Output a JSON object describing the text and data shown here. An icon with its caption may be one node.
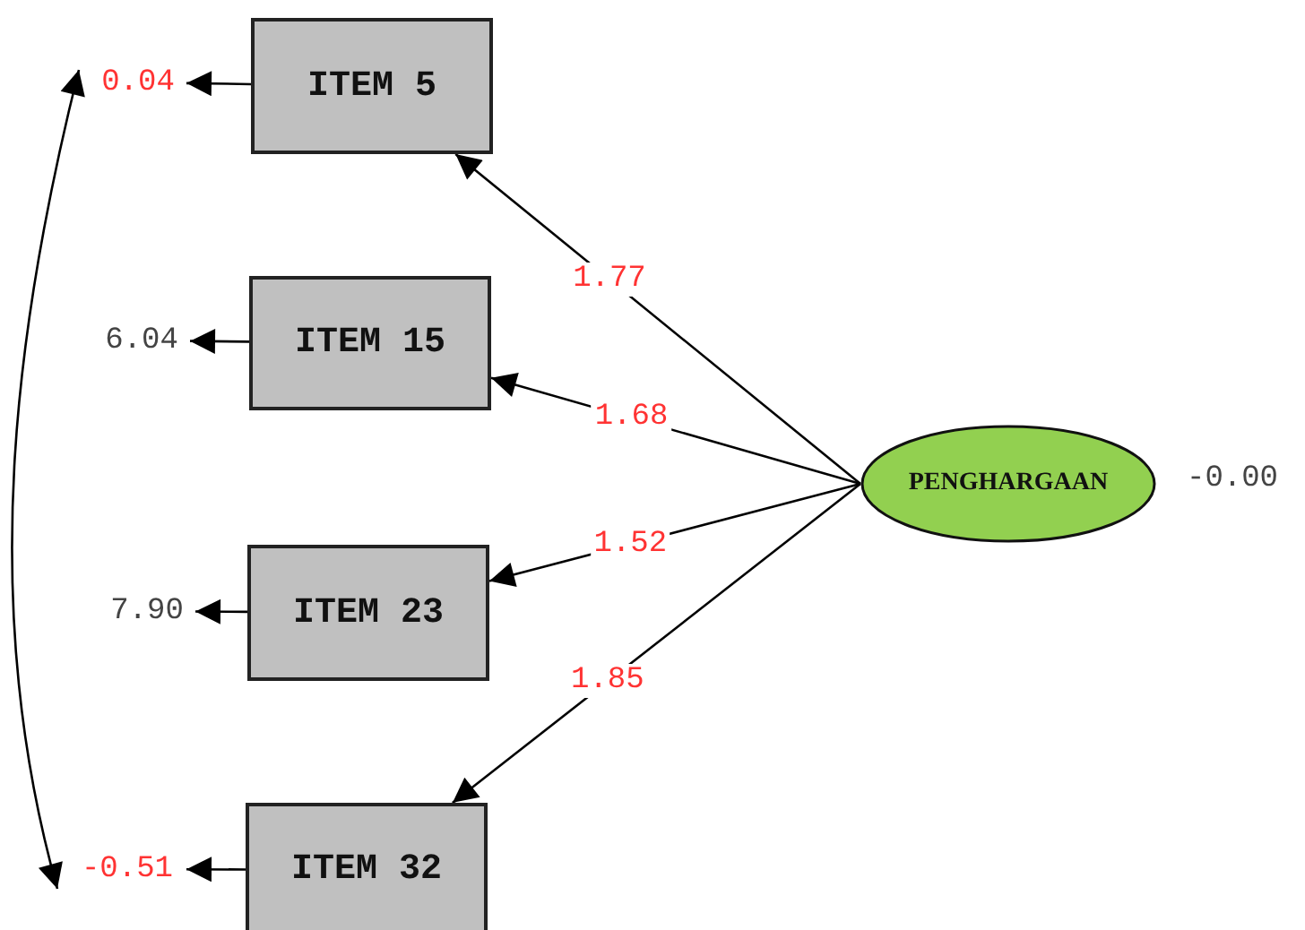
{
  "diagram": {
    "nodes": [
      {
        "text": [
          "0.04"
        ]
      },
      {
        "text": [
          "ITEM 5"
        ]
      },
      {
        "text": [
          "6.04"
        ]
      },
      {
        "text": [
          "ITEM 15"
        ]
      },
      {
        "text": [
          "7.90"
        ]
      },
      {
        "text": [
          "ITEM 23"
        ]
      },
      {
        "text": [
          "-0.51"
        ]
      },
      {
        "text": [
          "ITEM 32"
        ]
      },
      {
        "text": [
          "PENGHARGAAN"
        ],
        "beside": [
          "-0.00"
        ]
      }
    ],
    "edges": [
      {
        "from": 8,
        "to": 1,
        "arrow": "to",
        "label": "1.77"
      },
      {
        "from": 8,
        "to": 3,
        "arrow": "to",
        "label": "1.68"
      },
      {
        "from": 8,
        "to": 5,
        "arrow": "to",
        "label": "1.52"
      },
      {
        "from": 8,
        "to": 7,
        "arrow": "to",
        "label": "1.85"
      },
      {
        "from": 1,
        "to": 0,
        "arrow": "to"
      },
      {
        "from": 3,
        "to": 2,
        "arrow": "to"
      },
      {
        "from": 5,
        "to": 4,
        "arrow": "to"
      },
      {
        "from": 7,
        "to": 6,
        "arrow": "to"
      },
      {
        "from": 0,
        "to": 6,
        "arrow": "both"
      }
    ]
  }
}
